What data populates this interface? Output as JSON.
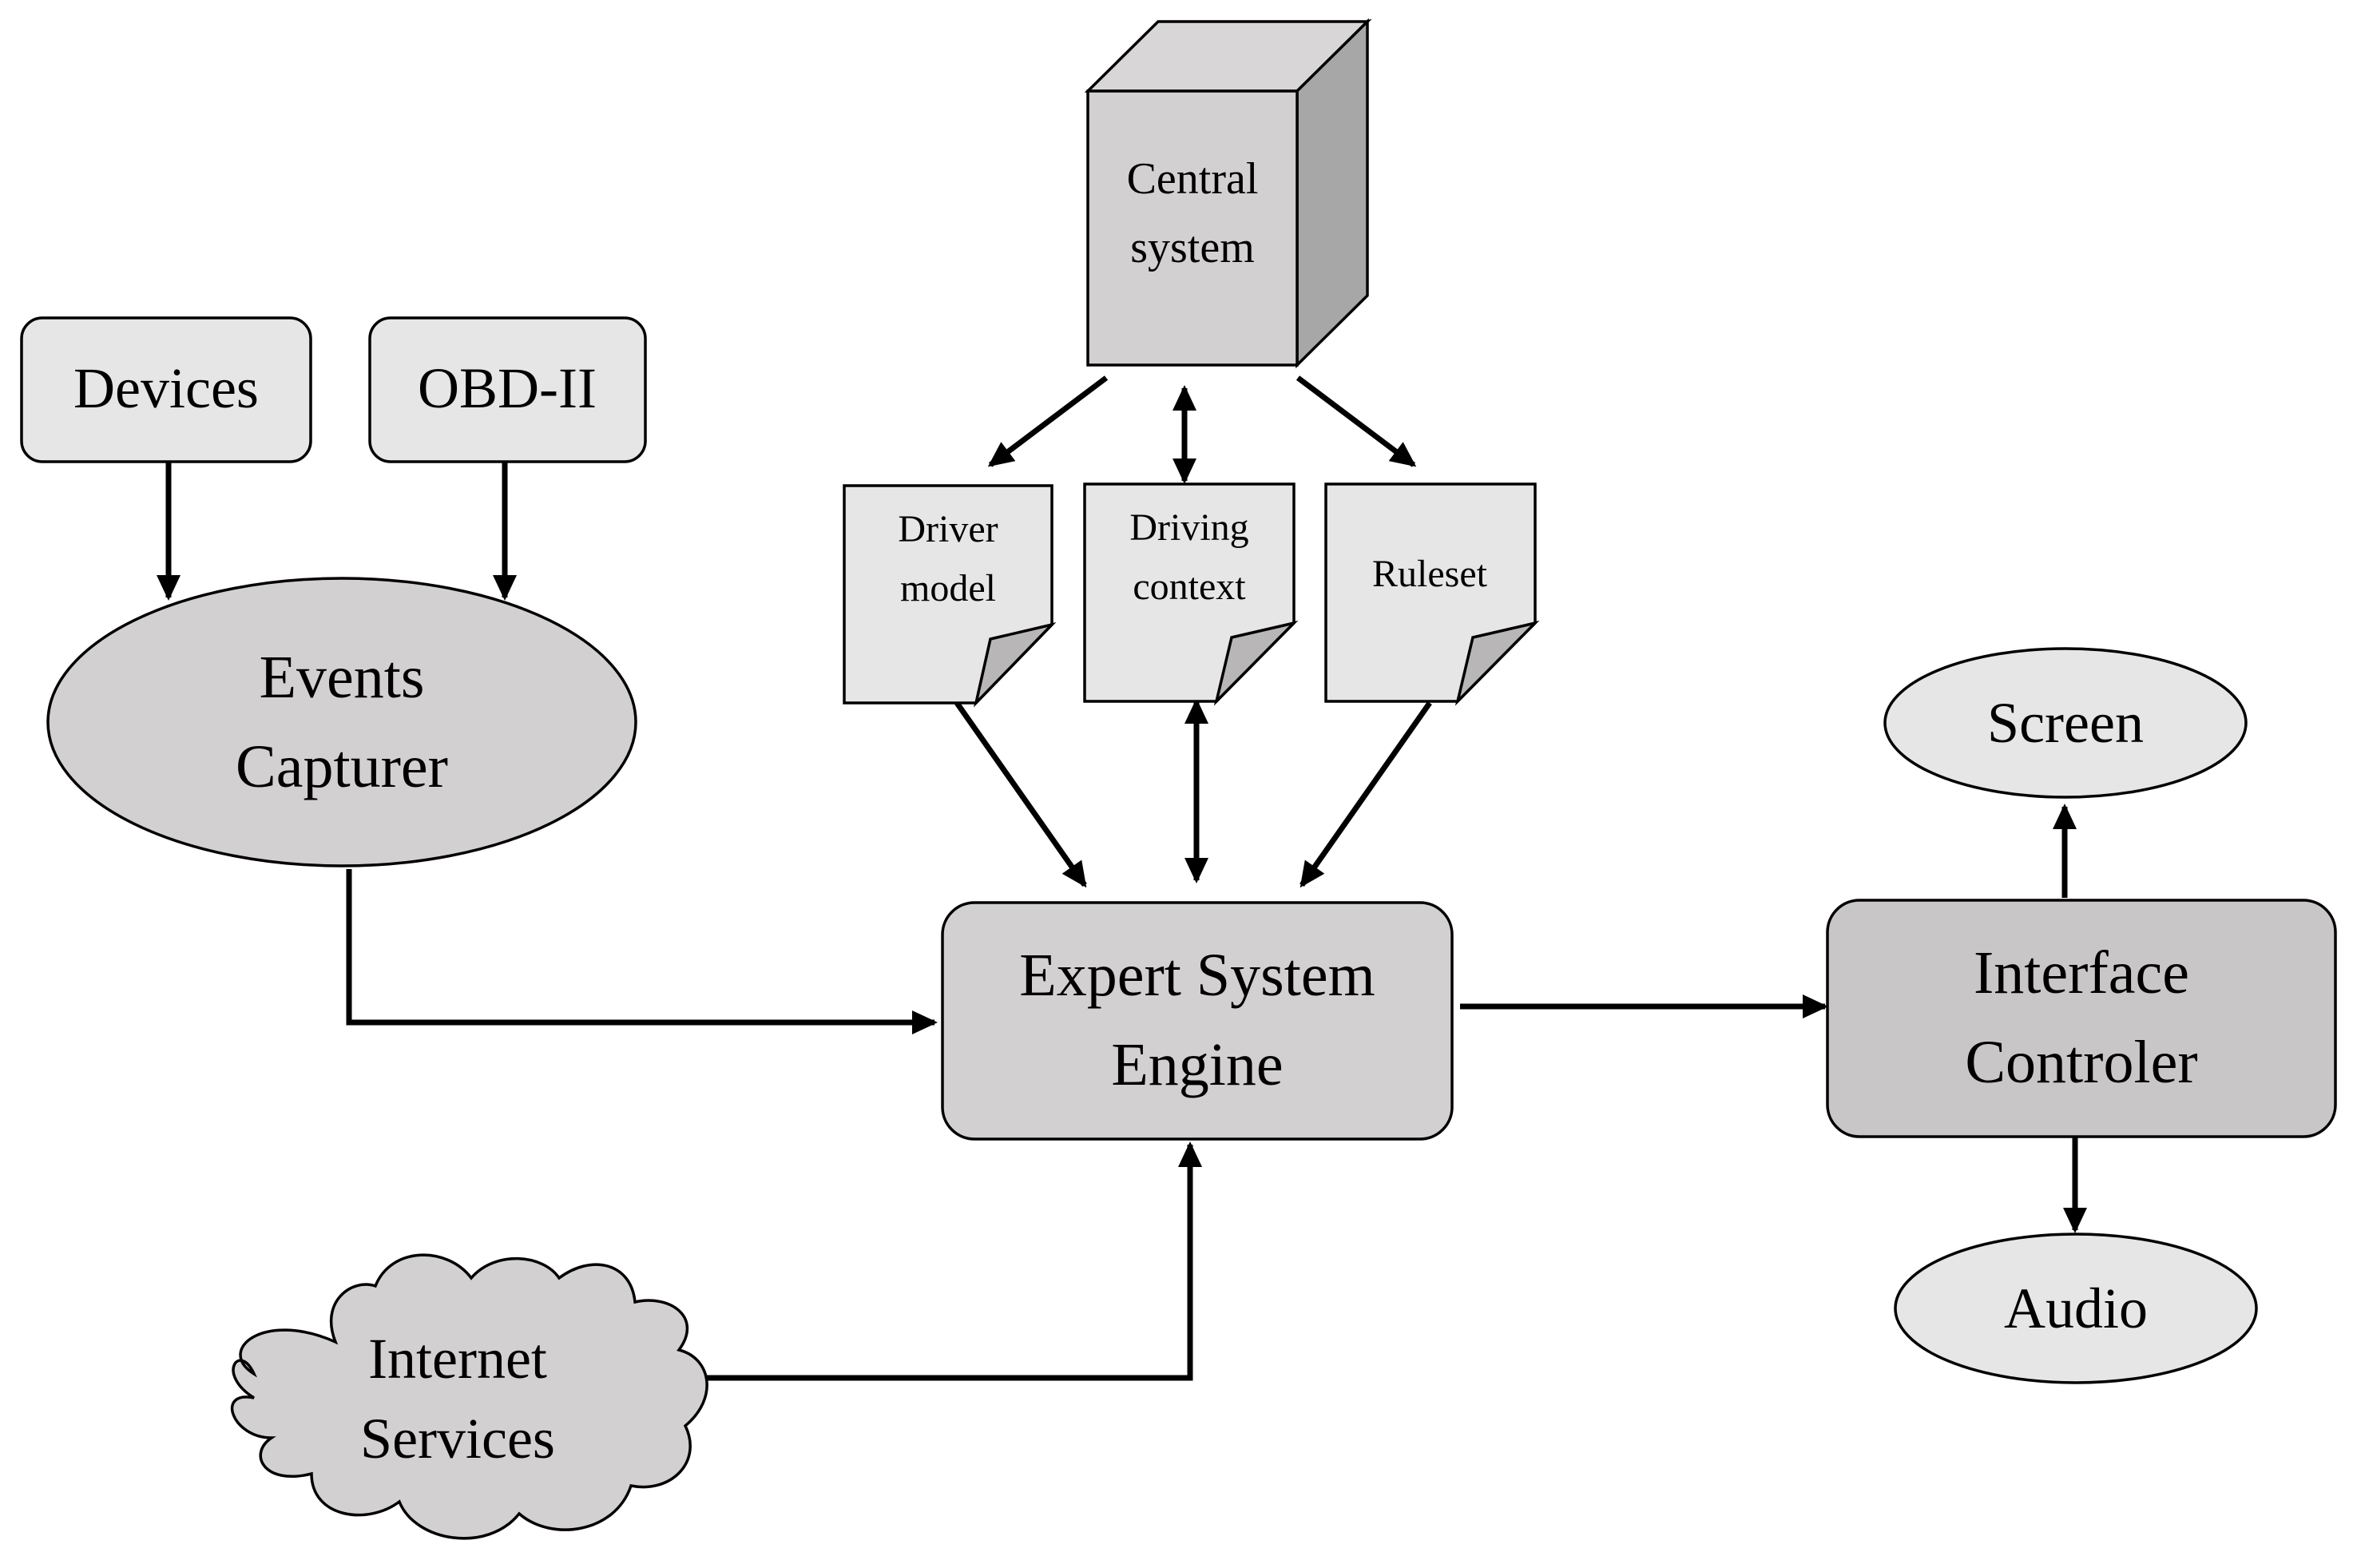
{
  "nodes": {
    "devices": {
      "label": "Devices"
    },
    "obd": {
      "label": "OBD-II"
    },
    "events_capturer": {
      "line1": "Events",
      "line2": "Capturer"
    },
    "central_system": {
      "line1": "Central",
      "line2": "system"
    },
    "driver_model": {
      "line1": "Driver",
      "line2": "model"
    },
    "driving_context": {
      "line1": "Driving",
      "line2": "context"
    },
    "ruleset": {
      "label": "Ruleset"
    },
    "expert_system_engine": {
      "line1": "Expert System",
      "line2": "Engine"
    },
    "interface_controler": {
      "line1": "Interface",
      "line2": "Controler"
    },
    "screen": {
      "label": "Screen"
    },
    "audio": {
      "label": "Audio"
    },
    "internet_services": {
      "line1": "Internet",
      "line2": "Services"
    }
  },
  "edges": [
    {
      "from": "devices",
      "to": "events_capturer",
      "direction": "forward"
    },
    {
      "from": "obd",
      "to": "events_capturer",
      "direction": "forward"
    },
    {
      "from": "central_system",
      "to": "driver_model",
      "direction": "forward"
    },
    {
      "from": "central_system",
      "to": "driving_context",
      "direction": "both"
    },
    {
      "from": "central_system",
      "to": "ruleset",
      "direction": "forward"
    },
    {
      "from": "driver_model",
      "to": "expert_system_engine",
      "direction": "forward"
    },
    {
      "from": "driving_context",
      "to": "expert_system_engine",
      "direction": "both"
    },
    {
      "from": "ruleset",
      "to": "expert_system_engine",
      "direction": "forward"
    },
    {
      "from": "events_capturer",
      "to": "expert_system_engine",
      "direction": "forward"
    },
    {
      "from": "internet_services",
      "to": "expert_system_engine",
      "direction": "forward"
    },
    {
      "from": "expert_system_engine",
      "to": "interface_controler",
      "direction": "forward"
    },
    {
      "from": "interface_controler",
      "to": "screen",
      "direction": "forward"
    },
    {
      "from": "interface_controler",
      "to": "audio",
      "direction": "forward"
    }
  ],
  "colors": {
    "light_fill": "#e6e6e6",
    "mid_fill": "#d2d0d1",
    "dark_fill": "#c8c6c7",
    "cube_side": "#a8a7a8",
    "cube_top": "#d8d6d7",
    "fold": "#b8b6b7",
    "stroke": "#000000"
  }
}
